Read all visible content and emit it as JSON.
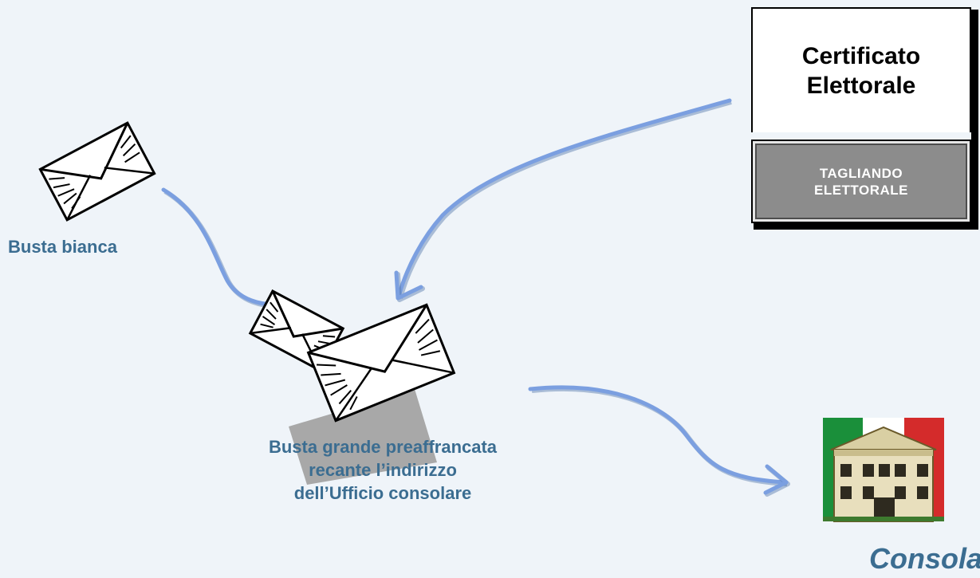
{
  "labels": {
    "white_envelope": "Busta bianca",
    "large_envelope_line1": "Busta grande preaffrancata",
    "large_envelope_line2": "recante l’indirizzo",
    "large_envelope_line3": "dell’Ufficio consolare",
    "consulate": "Consolato"
  },
  "certificate": {
    "title_line1": "Certificato",
    "title_line2": "Elettorale",
    "stub_line1": "TAGLIANDO",
    "stub_line2": "ELETTORALE"
  },
  "icons": [
    "envelope-icon",
    "envelope-icon",
    "envelope-icon",
    "consulate-building-icon",
    "italian-flag-icon"
  ],
  "colors": {
    "background": "#eff4f9",
    "arrow": "#7b9fe0",
    "label_text": "#3b6d91",
    "stub_fill": "#8c8c8c",
    "flag_green": "#1a8f3a",
    "flag_red": "#d42b2b"
  }
}
